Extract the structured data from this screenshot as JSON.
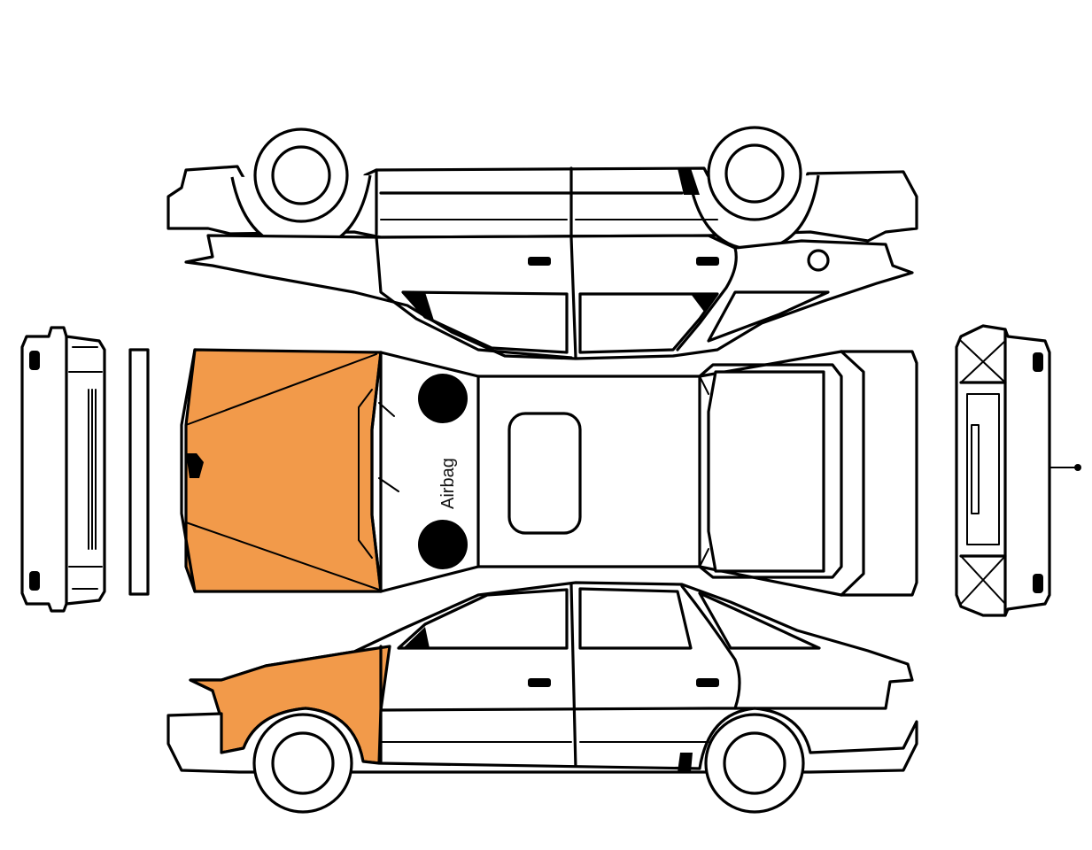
{
  "diagram": {
    "label_airbag": "Airbag",
    "highlight_color": "#F29A4A",
    "line_color": "#000000",
    "background_color": "#FFFFFF",
    "damaged_parts": [
      "hood",
      "front-left-fender"
    ]
  }
}
